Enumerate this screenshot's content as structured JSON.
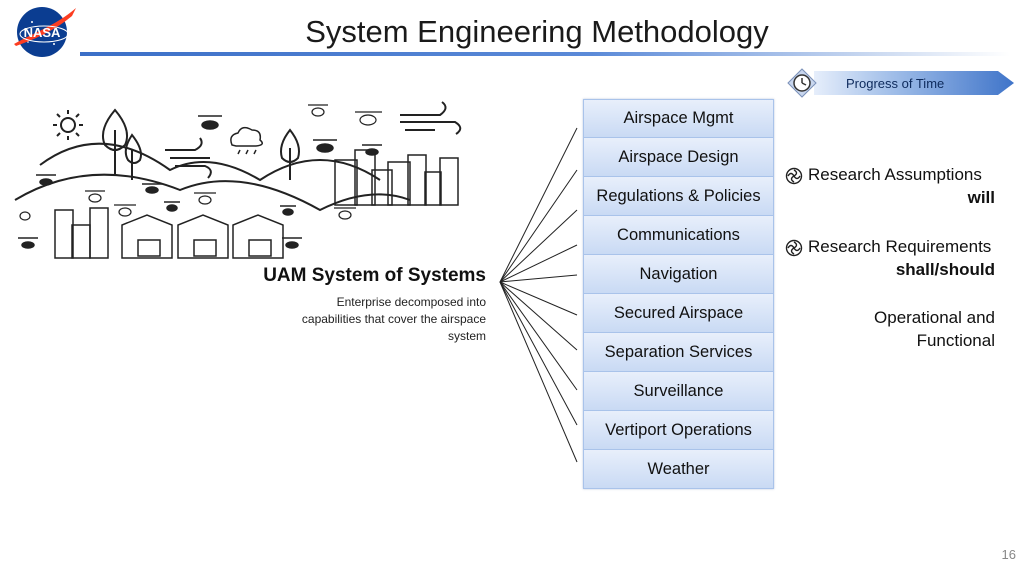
{
  "header": {
    "logo_text": "NASA",
    "title": "System Engineering Methodology"
  },
  "progress": {
    "label": "Progress of Time",
    "icon": "clock-icon"
  },
  "left": {
    "illustration": "uam-city-illustration",
    "uam_title": "UAM System of Systems",
    "uam_desc": "Enterprise decomposed into capabilities that cover the airspace system"
  },
  "capabilities": [
    "Airspace Mgmt",
    "Airspace Design",
    "Regulations & Policies",
    "Communications",
    "Navigation",
    "Secured Airspace",
    "Separation Services",
    "Surveillance",
    "Vertiport Operations",
    "Weather"
  ],
  "right": {
    "assumptions_label": "Research Assumptions",
    "assumptions_value": "will",
    "requirements_label": "Research Requirements",
    "requirements_value": "shall/should",
    "operational_text": "Operational and Functional",
    "bullet_icon": "swirl-bullet-icon"
  },
  "footer": {
    "page_number": "16"
  },
  "colors": {
    "accent_blue": "#3b6fc7",
    "box_fill": "#d4e2f7",
    "nasa_blue": "#0b3d91",
    "nasa_red": "#fc3d21"
  }
}
